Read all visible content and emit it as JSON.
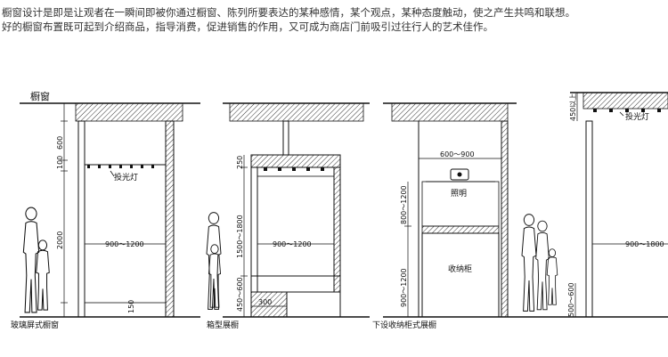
{
  "intro": {
    "line1": "橱窗设计是即是让观者在一瞬间即被你通过橱窗、陈列所要表达的某种感情，某个观点，某种态度触动，使之产生共鸣和联想。",
    "line2": "好的橱窗布置既可起到介绍商品，指导消费，促进销售的作用，又可成为商店门前吸引过往行人的艺术佳作。"
  },
  "panel1": {
    "title": "橱窗",
    "caption": "玻璃屏式橱窗",
    "light_label": "投光灯",
    "dim_top": "600",
    "dim_light": "100",
    "dim_height": "2000",
    "dim_width": "900～1200",
    "dim_base": "150"
  },
  "panel2": {
    "caption": "箱型展橱",
    "dim_top": "250",
    "dim_height": "1500～1800",
    "dim_base": "450～600",
    "dim_width": "900～1200",
    "dim_depth": "300"
  },
  "panel3": {
    "caption": "下设收纳柜式展橱",
    "light_label": "照明",
    "cabinet_label": "收纳柜",
    "dim_top_width": "600～900",
    "dim_upper": "800～1200",
    "dim_lower": "900～1200"
  },
  "panel4": {
    "light_label": "投光灯",
    "dim_top": "450以上",
    "dim_width": "900～1800",
    "dim_base": "500～600"
  }
}
